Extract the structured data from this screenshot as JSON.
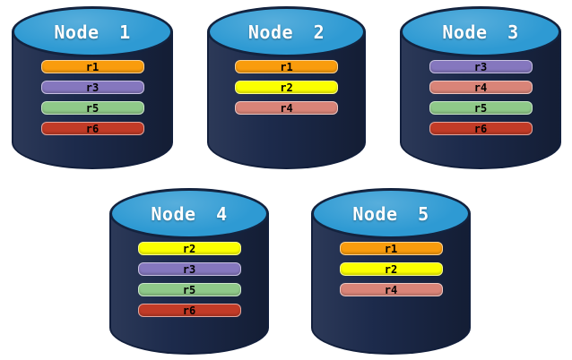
{
  "colors": {
    "background": "#FFFFFF",
    "cylinder_body": "#1C2A4B",
    "cylinder_body_border": "#121F3C",
    "cylinder_top": "#2E9AD3",
    "ellipse_border": "#13233F",
    "node_label_text": "#FFFFFF",
    "replica_label_text": "#000000"
  },
  "replica_colors": {
    "r1": "#F99C0D",
    "r2": "#FBFF00",
    "r3": "#8577BE",
    "r4": "#D98478",
    "r5": "#8FC989",
    "r6": "#C23B27"
  },
  "nodes": [
    {
      "label": "Node 1",
      "replicas": [
        {
          "id": "r1"
        },
        {
          "id": "r3"
        },
        {
          "id": "r5"
        },
        {
          "id": "r6"
        }
      ]
    },
    {
      "label": "Node 2",
      "replicas": [
        {
          "id": "r1"
        },
        {
          "id": "r2"
        },
        {
          "id": "r4"
        }
      ]
    },
    {
      "label": "Node 3",
      "replicas": [
        {
          "id": "r3"
        },
        {
          "id": "r4"
        },
        {
          "id": "r5"
        },
        {
          "id": "r6"
        }
      ]
    },
    {
      "label": "Node 4",
      "replicas": [
        {
          "id": "r2"
        },
        {
          "id": "r3"
        },
        {
          "id": "r5"
        },
        {
          "id": "r6"
        }
      ]
    },
    {
      "label": "Node 5",
      "replicas": [
        {
          "id": "r1"
        },
        {
          "id": "r2"
        },
        {
          "id": "r4"
        }
      ]
    }
  ]
}
